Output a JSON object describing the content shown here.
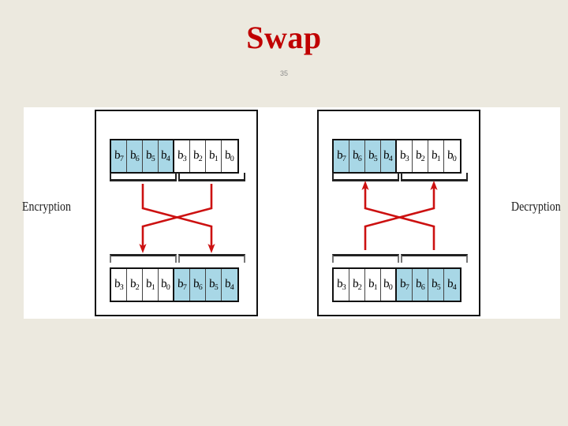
{
  "slide": {
    "title": "Swap",
    "number": "35",
    "title_color": "#c00000",
    "background_color": "#ece9df",
    "panel_color": "#ffffff",
    "highlight_color": "#a8d7e6",
    "arrow_color": "#cc1111"
  },
  "labels": {
    "encryption": "Encryption",
    "decryption": "Decryption"
  },
  "diagrams": [
    {
      "id": "encryption",
      "name": "encryption-diagram",
      "direction": "down",
      "top_row": [
        {
          "base": "b",
          "sub": "7",
          "highlight": true
        },
        {
          "base": "b",
          "sub": "6",
          "highlight": true
        },
        {
          "base": "b",
          "sub": "5",
          "highlight": true
        },
        {
          "base": "b",
          "sub": "4",
          "highlight": true
        },
        {
          "base": "b",
          "sub": "3",
          "highlight": false
        },
        {
          "base": "b",
          "sub": "2",
          "highlight": false
        },
        {
          "base": "b",
          "sub": "1",
          "highlight": false
        },
        {
          "base": "b",
          "sub": "0",
          "highlight": false
        }
      ],
      "bottom_row": [
        {
          "base": "b",
          "sub": "3",
          "highlight": false
        },
        {
          "base": "b",
          "sub": "2",
          "highlight": false
        },
        {
          "base": "b",
          "sub": "1",
          "highlight": false
        },
        {
          "base": "b",
          "sub": "0",
          "highlight": false
        },
        {
          "base": "b",
          "sub": "7",
          "highlight": true
        },
        {
          "base": "b",
          "sub": "6",
          "highlight": true
        },
        {
          "base": "b",
          "sub": "5",
          "highlight": true
        },
        {
          "base": "b",
          "sub": "4",
          "highlight": true
        }
      ]
    },
    {
      "id": "decryption",
      "name": "decryption-diagram",
      "direction": "up",
      "top_row": [
        {
          "base": "b",
          "sub": "7",
          "highlight": true
        },
        {
          "base": "b",
          "sub": "6",
          "highlight": true
        },
        {
          "base": "b",
          "sub": "5",
          "highlight": true
        },
        {
          "base": "b",
          "sub": "4",
          "highlight": true
        },
        {
          "base": "b",
          "sub": "3",
          "highlight": false
        },
        {
          "base": "b",
          "sub": "2",
          "highlight": false
        },
        {
          "base": "b",
          "sub": "1",
          "highlight": false
        },
        {
          "base": "b",
          "sub": "0",
          "highlight": false
        }
      ],
      "bottom_row": [
        {
          "base": "b",
          "sub": "3",
          "highlight": false
        },
        {
          "base": "b",
          "sub": "2",
          "highlight": false
        },
        {
          "base": "b",
          "sub": "1",
          "highlight": false
        },
        {
          "base": "b",
          "sub": "0",
          "highlight": false
        },
        {
          "base": "b",
          "sub": "7",
          "highlight": true
        },
        {
          "base": "b",
          "sub": "6",
          "highlight": true
        },
        {
          "base": "b",
          "sub": "5",
          "highlight": true
        },
        {
          "base": "b",
          "sub": "4",
          "highlight": true
        }
      ]
    }
  ]
}
